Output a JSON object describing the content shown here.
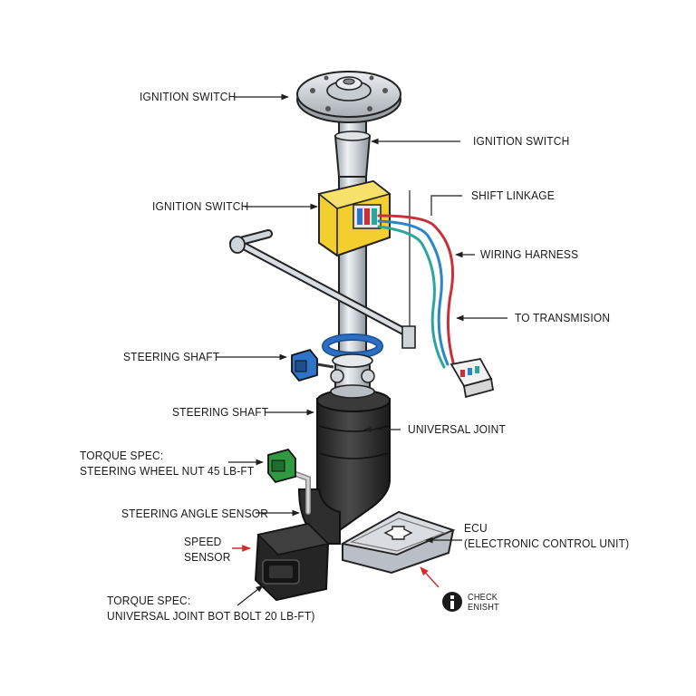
{
  "labels": {
    "ignition_switch_top": "IGNITION SWITCH",
    "ignition_switch_right": "IGNITION SWITCH",
    "ignition_switch_left": "IGNITION SWITCH",
    "shift_linkage": "SHIFT LINKAGE",
    "wiring_harness": "WIRING HARNESS",
    "to_transmision": "TO TRANSMISION",
    "steering_shaft_upper": "STEERING SHAFT",
    "steering_shaft_lower": "STEERING SHAFT",
    "universal_joint": "UNIVERSAL JOINT",
    "torque_spec_1_line1": "TORQUE SPEC:",
    "torque_spec_1_line2": "STEERING WHEEL NUT 45 LB-FT",
    "steering_angle_sensor": "STEERING ANGLE SENSOR",
    "speed_sensor_line1": "SPEED",
    "speed_sensor_line2": "SENSOR",
    "ecu_line1": "ECU",
    "ecu_line2": "(ELECTRONIC CONTROL UNIT)",
    "torque_spec_2_line1": "TORQUE SPEC:",
    "torque_spec_2_line2": "UNIVERSAL JOINT BOT BOLT 20 LB-FT)",
    "check_engine_line1": "CHECK",
    "check_engine_line2": "ENISHT"
  },
  "colors": {
    "outline": "#1f1f1f",
    "shaft_steel": "#c9ced3",
    "bracket_yellow": "#f2cf2e",
    "ring_blue": "#2a6fc4",
    "housing_black": "#2a2a2a",
    "connector_green": "#2f9a3f",
    "connector_blue": "#2f74c8",
    "wire_red": "#c8313a",
    "wire_blue": "#2a86c8",
    "wire_teal": "#2aa69a",
    "arrow_red": "#d42a2a"
  }
}
